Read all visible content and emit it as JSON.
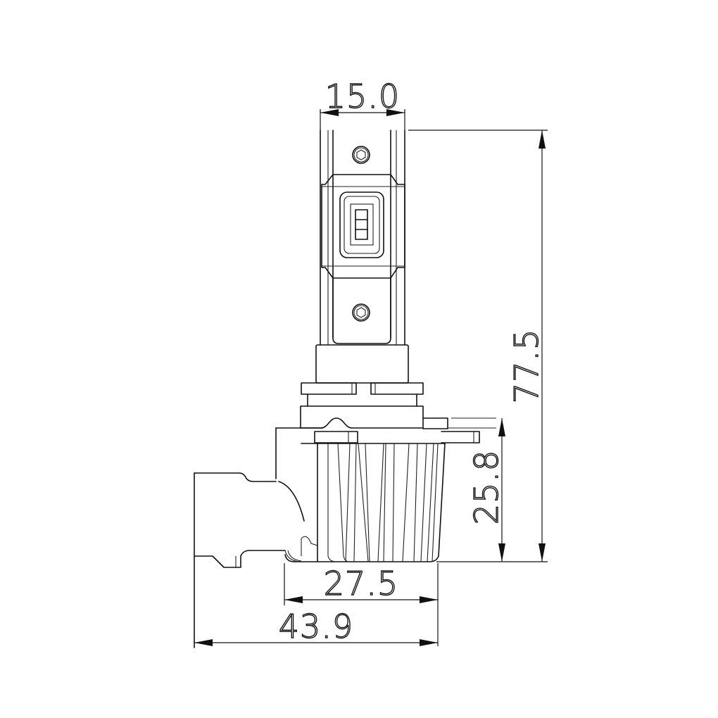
{
  "drawing": {
    "title": "LED headlight bulb dimension drawing",
    "units": "mm",
    "line_color": "#111111",
    "background": "#ffffff"
  },
  "dimensions": {
    "top_width": {
      "label": "15.0",
      "value": 15.0,
      "orientation": "horizontal"
    },
    "overall_height": {
      "label": "77.5",
      "value": 77.5,
      "orientation": "vertical"
    },
    "base_height": {
      "label": "25.8",
      "value": 25.8,
      "orientation": "vertical"
    },
    "heatsink_width": {
      "label": "27.5",
      "value": 27.5,
      "orientation": "horizontal"
    },
    "overall_width": {
      "label": "43.9",
      "value": 43.9,
      "orientation": "horizontal"
    }
  },
  "components": [
    {
      "name": "LED chip board",
      "icon": "led-chip-icon"
    },
    {
      "name": "Upper screw",
      "icon": "hex-screw-icon"
    },
    {
      "name": "Lower screw",
      "icon": "hex-screw-icon"
    },
    {
      "name": "Bulb collar",
      "icon": "collar"
    },
    {
      "name": "Mounting flange",
      "icon": "flange"
    },
    {
      "name": "Finned heatsink",
      "icon": "heatsink-icon"
    },
    {
      "name": "Connector plug",
      "icon": "connector-icon"
    }
  ]
}
